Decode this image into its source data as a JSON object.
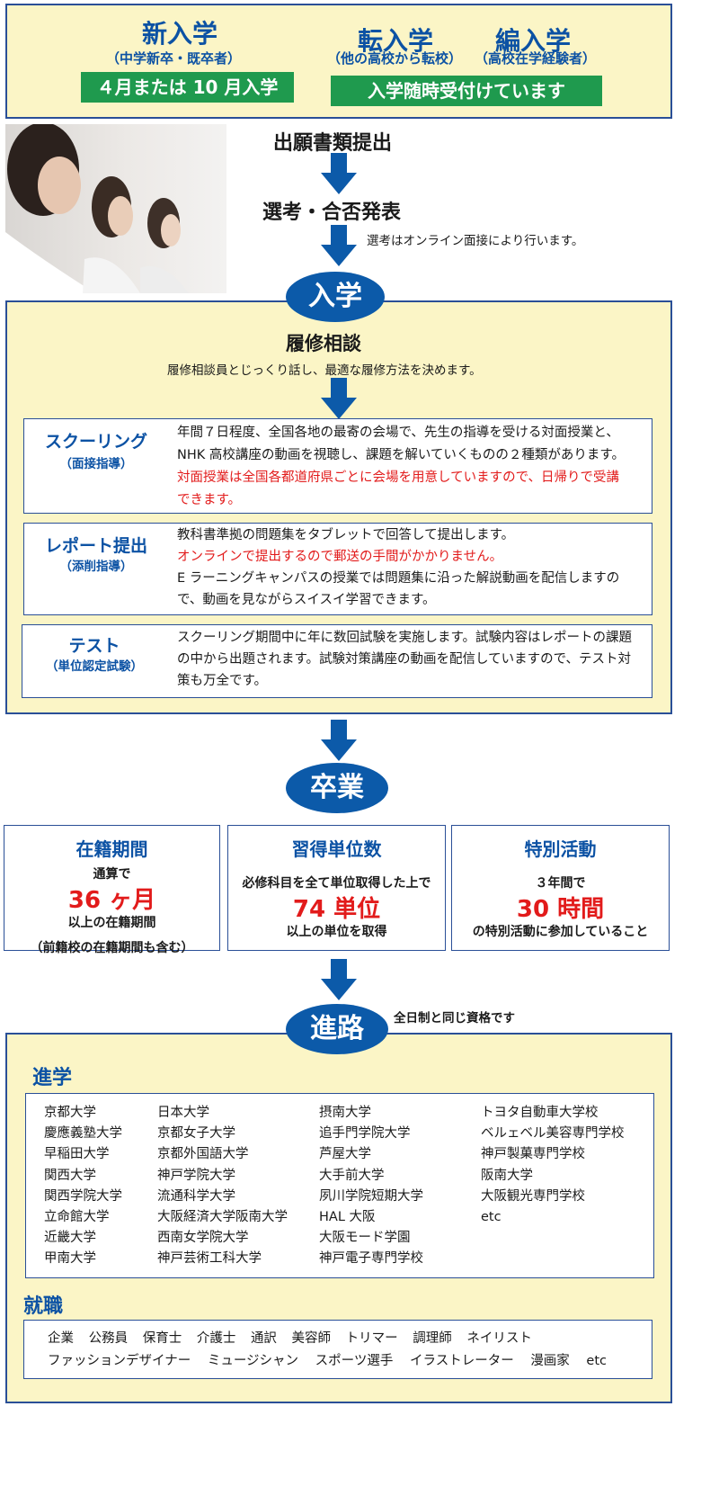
{
  "top": {
    "new_title": "新入学",
    "new_sub": "（中学新卒・既卒者）",
    "new_bar": "４月または 10 月入学",
    "transfer_title": "転入学",
    "transfer_sub": "（他の高校から転校）",
    "reenter_title": "編入学",
    "reenter_sub": "（高校在学経験者）",
    "transfer_bar": "入学随時受付けています"
  },
  "flow": {
    "step1": "出願書類提出",
    "step2": "選考・合否発表",
    "step2_note": "選考はオンライン面接により行います。",
    "enroll": "入学"
  },
  "study": {
    "title": "履修相談",
    "desc": "履修相談員とじっくり話し、最適な履修方法を決めます。",
    "cards": [
      {
        "title": "スクーリング",
        "sub": "（面接指導）",
        "lines": [
          "年間７日程度、全国各地の最寄の会場で、先生の指導を受ける対面授業と、",
          "NHK 高校講座の動画を視聴し、課題を解いていくものの２種類があります。"
        ],
        "red_lines": [
          "対面授業は全国各都道府県ごとに会場を用意していますので、日帰りで受講",
          "できます。"
        ]
      },
      {
        "title": "レポート提出",
        "sub": "（添削指導）",
        "line1": "教科書準拠の問題集をタブレットで回答して提出します。",
        "red_line": "オンラインで提出するので郵送の手間がかかりません。",
        "lines": [
          "E ラーニングキャンパスの授業では問題集に沿った解説動画を配信しますの",
          "で、動画を見ながらスイスイ学習できます。"
        ]
      },
      {
        "title": "テスト",
        "sub": "（単位認定試験）",
        "lines": [
          "スクーリング期間中に年に数回試験を実施します。試験内容はレポートの課題",
          "の中から出題されます。試験対策講座の動画を配信していますので、テスト対",
          "策も万全です。"
        ]
      }
    ]
  },
  "graduate": {
    "label": "卒業",
    "stats": [
      {
        "title": "在籍期間",
        "pre": "通算で",
        "value": "36 ヶ月",
        "post": "以上の在籍期間",
        "note": "（前籍校の在籍期間も含む）"
      },
      {
        "title": "習得単位数",
        "pre": "必修科目を全て単位取得した上で",
        "value": "74 単位",
        "post": "以上の単位を取得",
        "note": ""
      },
      {
        "title": "特別活動",
        "pre": "３年間で",
        "value": "30 時間",
        "post": "の特別活動に参加していること",
        "note": ""
      }
    ]
  },
  "career": {
    "label": "進路",
    "note": "全日制と同じ資格です",
    "higher_title": "進学",
    "schools": [
      [
        "京都大学",
        "慶應義塾大学",
        "早稲田大学",
        "関西大学",
        "関西学院大学",
        "立命館大学",
        "近畿大学",
        "甲南大学"
      ],
      [
        "日本大学",
        "京都女子大学",
        "京都外国語大学",
        "神戸学院大学",
        "流通科学大学",
        "大阪経済大学阪南大学",
        "西南女学院大学",
        "神戸芸術工科大学"
      ],
      [
        "摂南大学",
        "追手門学院大学",
        "芦屋大学",
        "大手前大学",
        "夙川学院短期大学",
        "HAL 大阪",
        "大阪モード学園",
        "神戸電子専門学校"
      ],
      [
        "トヨタ自動車大学校",
        "ベルェベル美容専門学校",
        "神戸製菓専門学校",
        "阪南大学",
        "大阪観光専門学校",
        "etc"
      ]
    ],
    "job_title": "就職",
    "jobs_line1": [
      "企業",
      "公務員",
      "保育士",
      "介護士",
      "通訳",
      "美容師",
      "トリマー",
      "調理師",
      "ネイリスト"
    ],
    "jobs_line2": [
      "ファッションデザイナー",
      "ミュージシャン",
      "スポーツ選手",
      "イラストレーター",
      "漫画家",
      "etc"
    ]
  },
  "colors": {
    "navy": "#0c5aa9",
    "green": "#1f9a4e",
    "red": "#e21b1b",
    "cream": "#fbf5c6"
  }
}
